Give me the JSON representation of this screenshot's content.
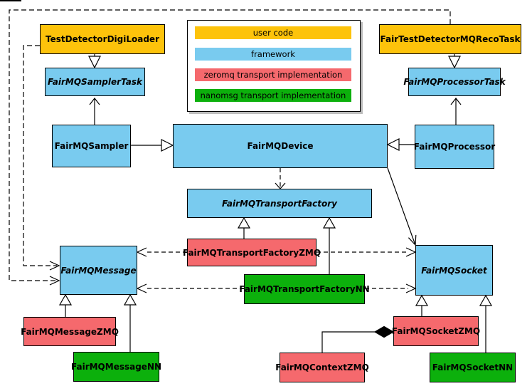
{
  "diagram": {
    "legend": {
      "items": [
        {
          "id": "user",
          "label": "user code",
          "color": "#FDC30B"
        },
        {
          "id": "framework",
          "label": "framework",
          "color": "#79CBEF"
        },
        {
          "id": "zeromq",
          "label": "zeromq transport implementation",
          "color": "#F5696D"
        },
        {
          "id": "nanomsg",
          "label": "nanomsg transport implementation",
          "color": "#0CB00C"
        }
      ]
    },
    "nodes": {
      "testDetectorDigiLoader": {
        "label": "TestDetectorDigiLoader",
        "category": "user code"
      },
      "fairTestDetectorMQRecoTask": {
        "label": "FairTestDetectorMQRecoTask",
        "category": "user code"
      },
      "fairMQSamplerTask": {
        "label": "FairMQSamplerTask",
        "category": "framework",
        "abstract": true
      },
      "fairMQProcessorTask": {
        "label": "FairMQProcessorTask",
        "category": "framework",
        "abstract": true
      },
      "fairMQSampler": {
        "label": "FairMQSampler",
        "category": "framework"
      },
      "fairMQDevice": {
        "label": "FairMQDevice",
        "category": "framework"
      },
      "fairMQProcessor": {
        "label": "FairMQProcessor",
        "category": "framework"
      },
      "fairMQTransportFactory": {
        "label": "FairMQTransportFactory",
        "category": "framework",
        "abstract": true
      },
      "fairMQTransportFactoryZMQ": {
        "label": "FairMQTransportFactoryZMQ",
        "category": "zeromq transport implementation"
      },
      "fairMQTransportFactoryNN": {
        "label": "FairMQTransportFactoryNN",
        "category": "nanomsg transport implementation"
      },
      "fairMQMessage": {
        "label": "FairMQMessage",
        "category": "framework",
        "abstract": true
      },
      "fairMQSocket": {
        "label": "FairMQSocket",
        "category": "framework",
        "abstract": true
      },
      "fairMQMessageZMQ": {
        "label": "FairMQMessageZMQ",
        "category": "zeromq transport implementation"
      },
      "fairMQMessageNN": {
        "label": "FairMQMessageNN",
        "category": "nanomsg transport implementation"
      },
      "fairMQContextZMQ": {
        "label": "FairMQContextZMQ",
        "category": "zeromq transport implementation"
      },
      "fairMQSocketZMQ": {
        "label": "FairMQSocketZMQ",
        "category": "zeromq transport implementation"
      },
      "fairMQSocketNN": {
        "label": "FairMQSocketNN",
        "category": "nanomsg transport implementation"
      }
    }
  }
}
